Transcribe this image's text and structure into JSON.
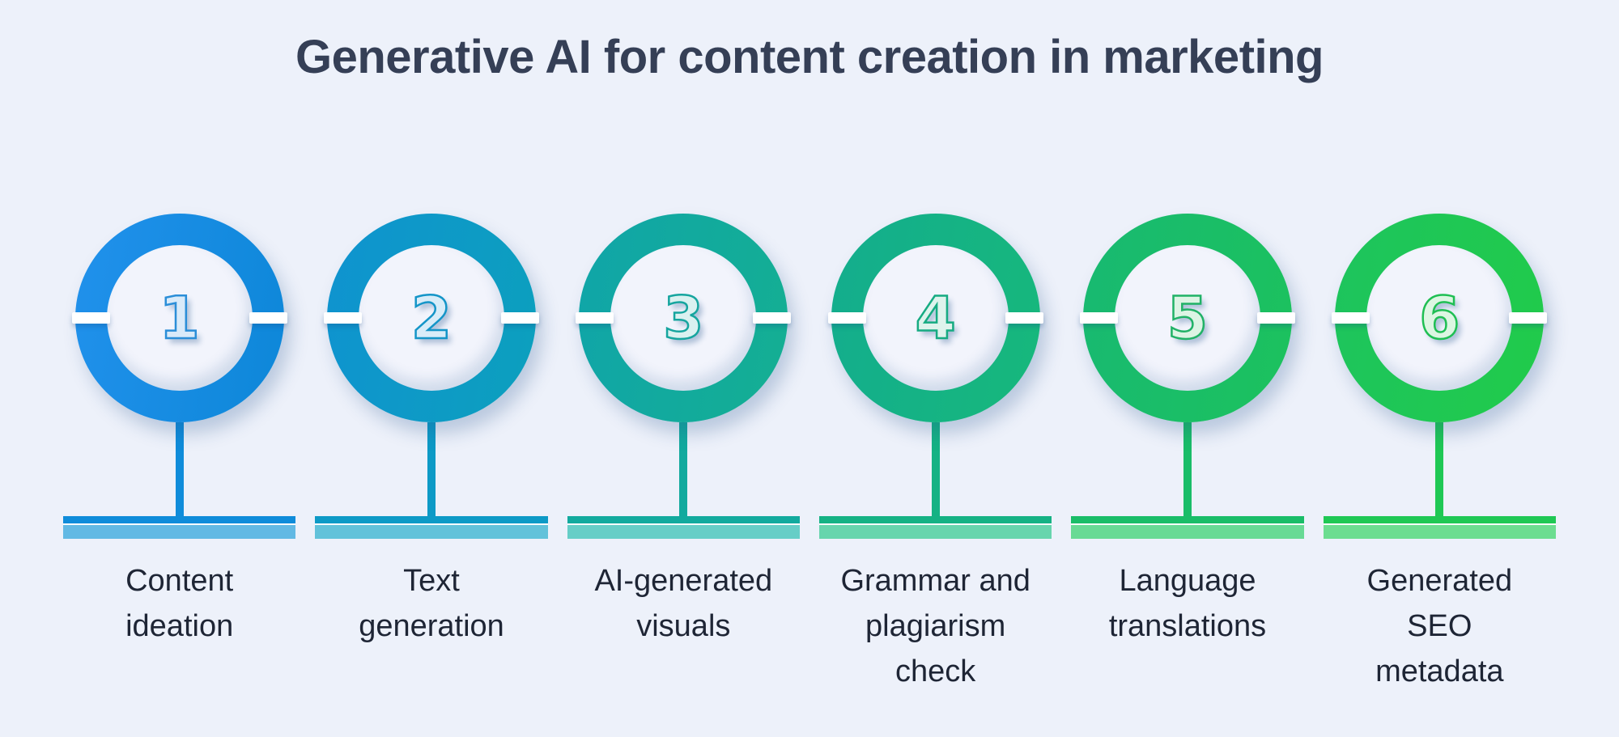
{
  "page": {
    "background": "#edf1fa",
    "title": "Generative AI for content creation in marketing",
    "title_color": "#353f56",
    "label_color": "#1e2535",
    "notch_color": "#ffffff"
  },
  "items": [
    {
      "number": "1",
      "label": "Content\nideation",
      "colors": {
        "ring_from": "#2191ec",
        "ring_to": "#0d87d8",
        "main": "#0f8cda",
        "bar_light": "#62b9e4",
        "num_fill": "#d9eaf9",
        "num_stroke": "#2b8ed8"
      }
    },
    {
      "number": "2",
      "label": "Text\ngeneration",
      "colors": {
        "ring_from": "#0f93d0",
        "ring_to": "#0ca0bd",
        "main": "#0d9ac6",
        "bar_light": "#62c2da",
        "num_fill": "#d8ecf8",
        "num_stroke": "#1495c8"
      }
    },
    {
      "number": "3",
      "label": "AI-generated\nvisuals",
      "colors": {
        "ring_from": "#10a5a9",
        "ring_to": "#14af92",
        "main": "#12aa9e",
        "bar_light": "#66cec7",
        "num_fill": "#daf1f0",
        "num_stroke": "#16a59f"
      }
    },
    {
      "number": "4",
      "label": "Grammar and\nplagiarism\ncheck",
      "colors": {
        "ring_from": "#13ad8e",
        "ring_to": "#17b87b",
        "main": "#15b284",
        "bar_light": "#67d5ad",
        "num_fill": "#def3ec",
        "num_stroke": "#16ab82"
      }
    },
    {
      "number": "5",
      "label": "Language\ntranslations",
      "colors": {
        "ring_from": "#18b972",
        "ring_to": "#1cc25d",
        "main": "#1abd68",
        "bar_light": "#68da95",
        "num_fill": "#dcf4e4",
        "num_stroke": "#21b267"
      }
    },
    {
      "number": "6",
      "label": "Generated\nSEO\nmetadata",
      "colors": {
        "ring_from": "#1dc45e",
        "ring_to": "#21cb4a",
        "main": "#1fc854",
        "bar_light": "#6cdd90",
        "num_fill": "#dcf6e2",
        "num_stroke": "#1fbf53"
      }
    }
  ]
}
